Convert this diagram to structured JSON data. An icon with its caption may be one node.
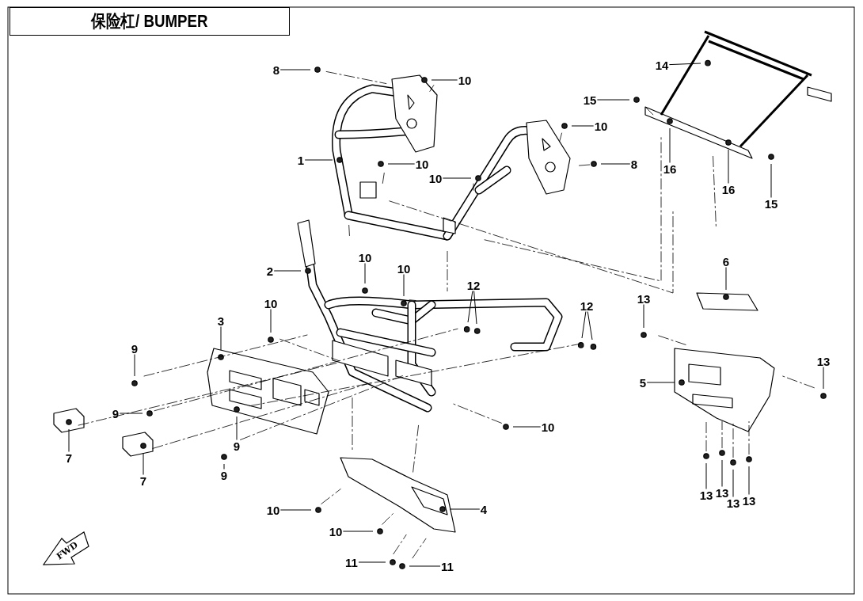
{
  "diagram": {
    "title": "保险杠/ BUMPER",
    "nodes": [
      {
        "text": [
          "8"
        ]
      },
      {
        "text": [
          "14"
        ]
      },
      {
        "text": [
          "10"
        ]
      },
      {
        "text": [
          "15"
        ]
      },
      {
        "text": [
          "10"
        ]
      },
      {
        "text": [
          "1"
        ]
      },
      {
        "text": [
          "10"
        ]
      },
      {
        "text": [
          "8"
        ]
      },
      {
        "text": [
          "16"
        ]
      },
      {
        "text": [
          "10"
        ]
      },
      {
        "text": [
          "16"
        ]
      },
      {
        "text": [
          "15"
        ]
      },
      {
        "text": [
          "10"
        ]
      },
      {
        "text": [
          "6"
        ]
      },
      {
        "text": [
          "10"
        ]
      },
      {
        "text": [
          "2"
        ]
      },
      {
        "text": [
          "12"
        ]
      },
      {
        "text": [
          "13"
        ]
      },
      {
        "text": [
          "10"
        ]
      },
      {
        "text": [
          "12"
        ]
      },
      {
        "text": [
          "3"
        ]
      },
      {
        "text": [
          "9"
        ]
      },
      {
        "text": [
          "13"
        ]
      },
      {
        "text": [
          "5"
        ]
      },
      {
        "text": [
          "9"
        ]
      },
      {
        "text": [
          "10"
        ]
      },
      {
        "text": [
          "9"
        ]
      },
      {
        "text": [
          "7"
        ]
      },
      {
        "text": [
          "9"
        ]
      },
      {
        "text": [
          "7"
        ]
      },
      {
        "text": [
          "13"
        ]
      },
      {
        "text": [
          "13"
        ]
      },
      {
        "text": [
          "13"
        ]
      },
      {
        "text": [
          "13"
        ]
      },
      {
        "text": [
          "10"
        ]
      },
      {
        "text": [
          "4"
        ]
      },
      {
        "text": [
          "10"
        ]
      },
      {
        "text": [
          "11"
        ]
      },
      {
        "text": [
          "11"
        ]
      }
    ],
    "edges": [
      {
        "from": 0,
        "to": null,
        "arrow": "none"
      },
      {
        "from": 1,
        "to": null,
        "arrow": "none"
      },
      {
        "from": 2,
        "to": null,
        "arrow": "none"
      },
      {
        "from": 3,
        "to": null,
        "arrow": "none"
      },
      {
        "from": 4,
        "to": null,
        "arrow": "none"
      },
      {
        "from": 5,
        "to": null,
        "arrow": "none"
      },
      {
        "from": 6,
        "to": null,
        "arrow": "none"
      },
      {
        "from": 7,
        "to": null,
        "arrow": "none"
      },
      {
        "from": 8,
        "to": null,
        "arrow": "none"
      },
      {
        "from": 9,
        "to": null,
        "arrow": "none"
      },
      {
        "from": 10,
        "to": null,
        "arrow": "none"
      },
      {
        "from": 11,
        "to": null,
        "arrow": "none"
      },
      {
        "from": 12,
        "to": null,
        "arrow": "none"
      },
      {
        "from": 13,
        "to": null,
        "arrow": "none"
      },
      {
        "from": 14,
        "to": null,
        "arrow": "none"
      },
      {
        "from": 15,
        "to": null,
        "arrow": "none"
      },
      {
        "from": 16,
        "to": null,
        "arrow": "none"
      },
      {
        "from": 16,
        "to": null,
        "arrow": "none"
      },
      {
        "from": 17,
        "to": null,
        "arrow": "none"
      },
      {
        "from": 18,
        "to": null,
        "arrow": "none"
      },
      {
        "from": 19,
        "to": null,
        "arrow": "none"
      },
      {
        "from": 19,
        "to": null,
        "arrow": "none"
      },
      {
        "from": 20,
        "to": null,
        "arrow": "none"
      },
      {
        "from": 21,
        "to": null,
        "arrow": "none"
      },
      {
        "from": 22,
        "to": null,
        "arrow": "none"
      },
      {
        "from": 23,
        "to": null,
        "arrow": "none"
      },
      {
        "from": 24,
        "to": null,
        "arrow": "none"
      },
      {
        "from": 25,
        "to": null,
        "arrow": "none"
      },
      {
        "from": 26,
        "to": null,
        "arrow": "none"
      },
      {
        "from": 27,
        "to": null,
        "arrow": "none"
      },
      {
        "from": 28,
        "to": null,
        "arrow": "none"
      },
      {
        "from": 29,
        "to": null,
        "arrow": "none"
      },
      {
        "from": 30,
        "to": null,
        "arrow": "none"
      },
      {
        "from": 31,
        "to": null,
        "arrow": "none"
      },
      {
        "from": 32,
        "to": null,
        "arrow": "none"
      },
      {
        "from": 33,
        "to": null,
        "arrow": "none"
      },
      {
        "from": 34,
        "to": null,
        "arrow": "none"
      },
      {
        "from": 35,
        "to": null,
        "arrow": "none"
      },
      {
        "from": 36,
        "to": null,
        "arrow": "none"
      },
      {
        "from": 37,
        "to": null,
        "arrow": "none"
      },
      {
        "from": 38,
        "to": null,
        "arrow": "none"
      }
    ],
    "labels": [
      "FWD"
    ]
  }
}
